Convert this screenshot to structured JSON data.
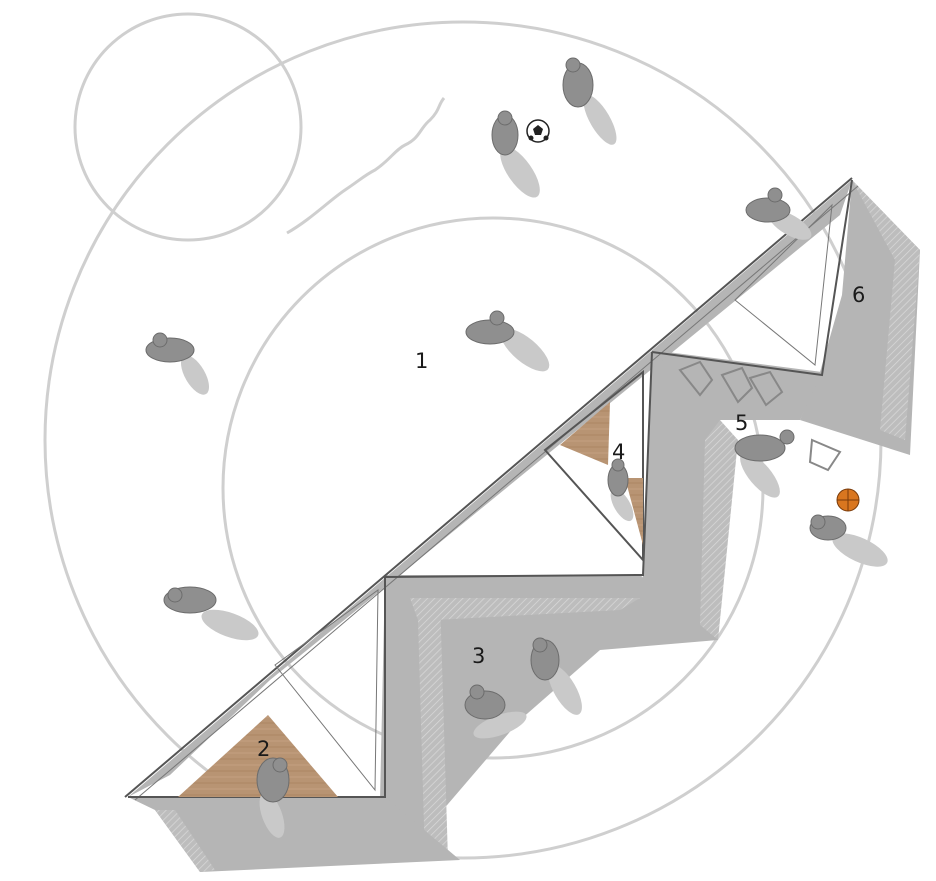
{
  "diagram": {
    "zones": [
      {
        "id": "zone-1",
        "label": "1"
      },
      {
        "id": "zone-2",
        "label": "2"
      },
      {
        "id": "zone-3",
        "label": "3"
      },
      {
        "id": "zone-4",
        "label": "4"
      },
      {
        "id": "zone-5",
        "label": "5"
      },
      {
        "id": "zone-6",
        "label": "6"
      }
    ],
    "colors": {
      "background": "#ffffff",
      "court_line": "#cfcfcf",
      "structure_shadow": "#b5b5b5",
      "wood_floor": "#b89473",
      "basketball": "#d9761f",
      "figure": "#8f8f8f"
    },
    "icons": [
      "soccer-ball-icon",
      "basketball-icon",
      "person-figure-icon",
      "bike-rack-icon"
    ]
  }
}
